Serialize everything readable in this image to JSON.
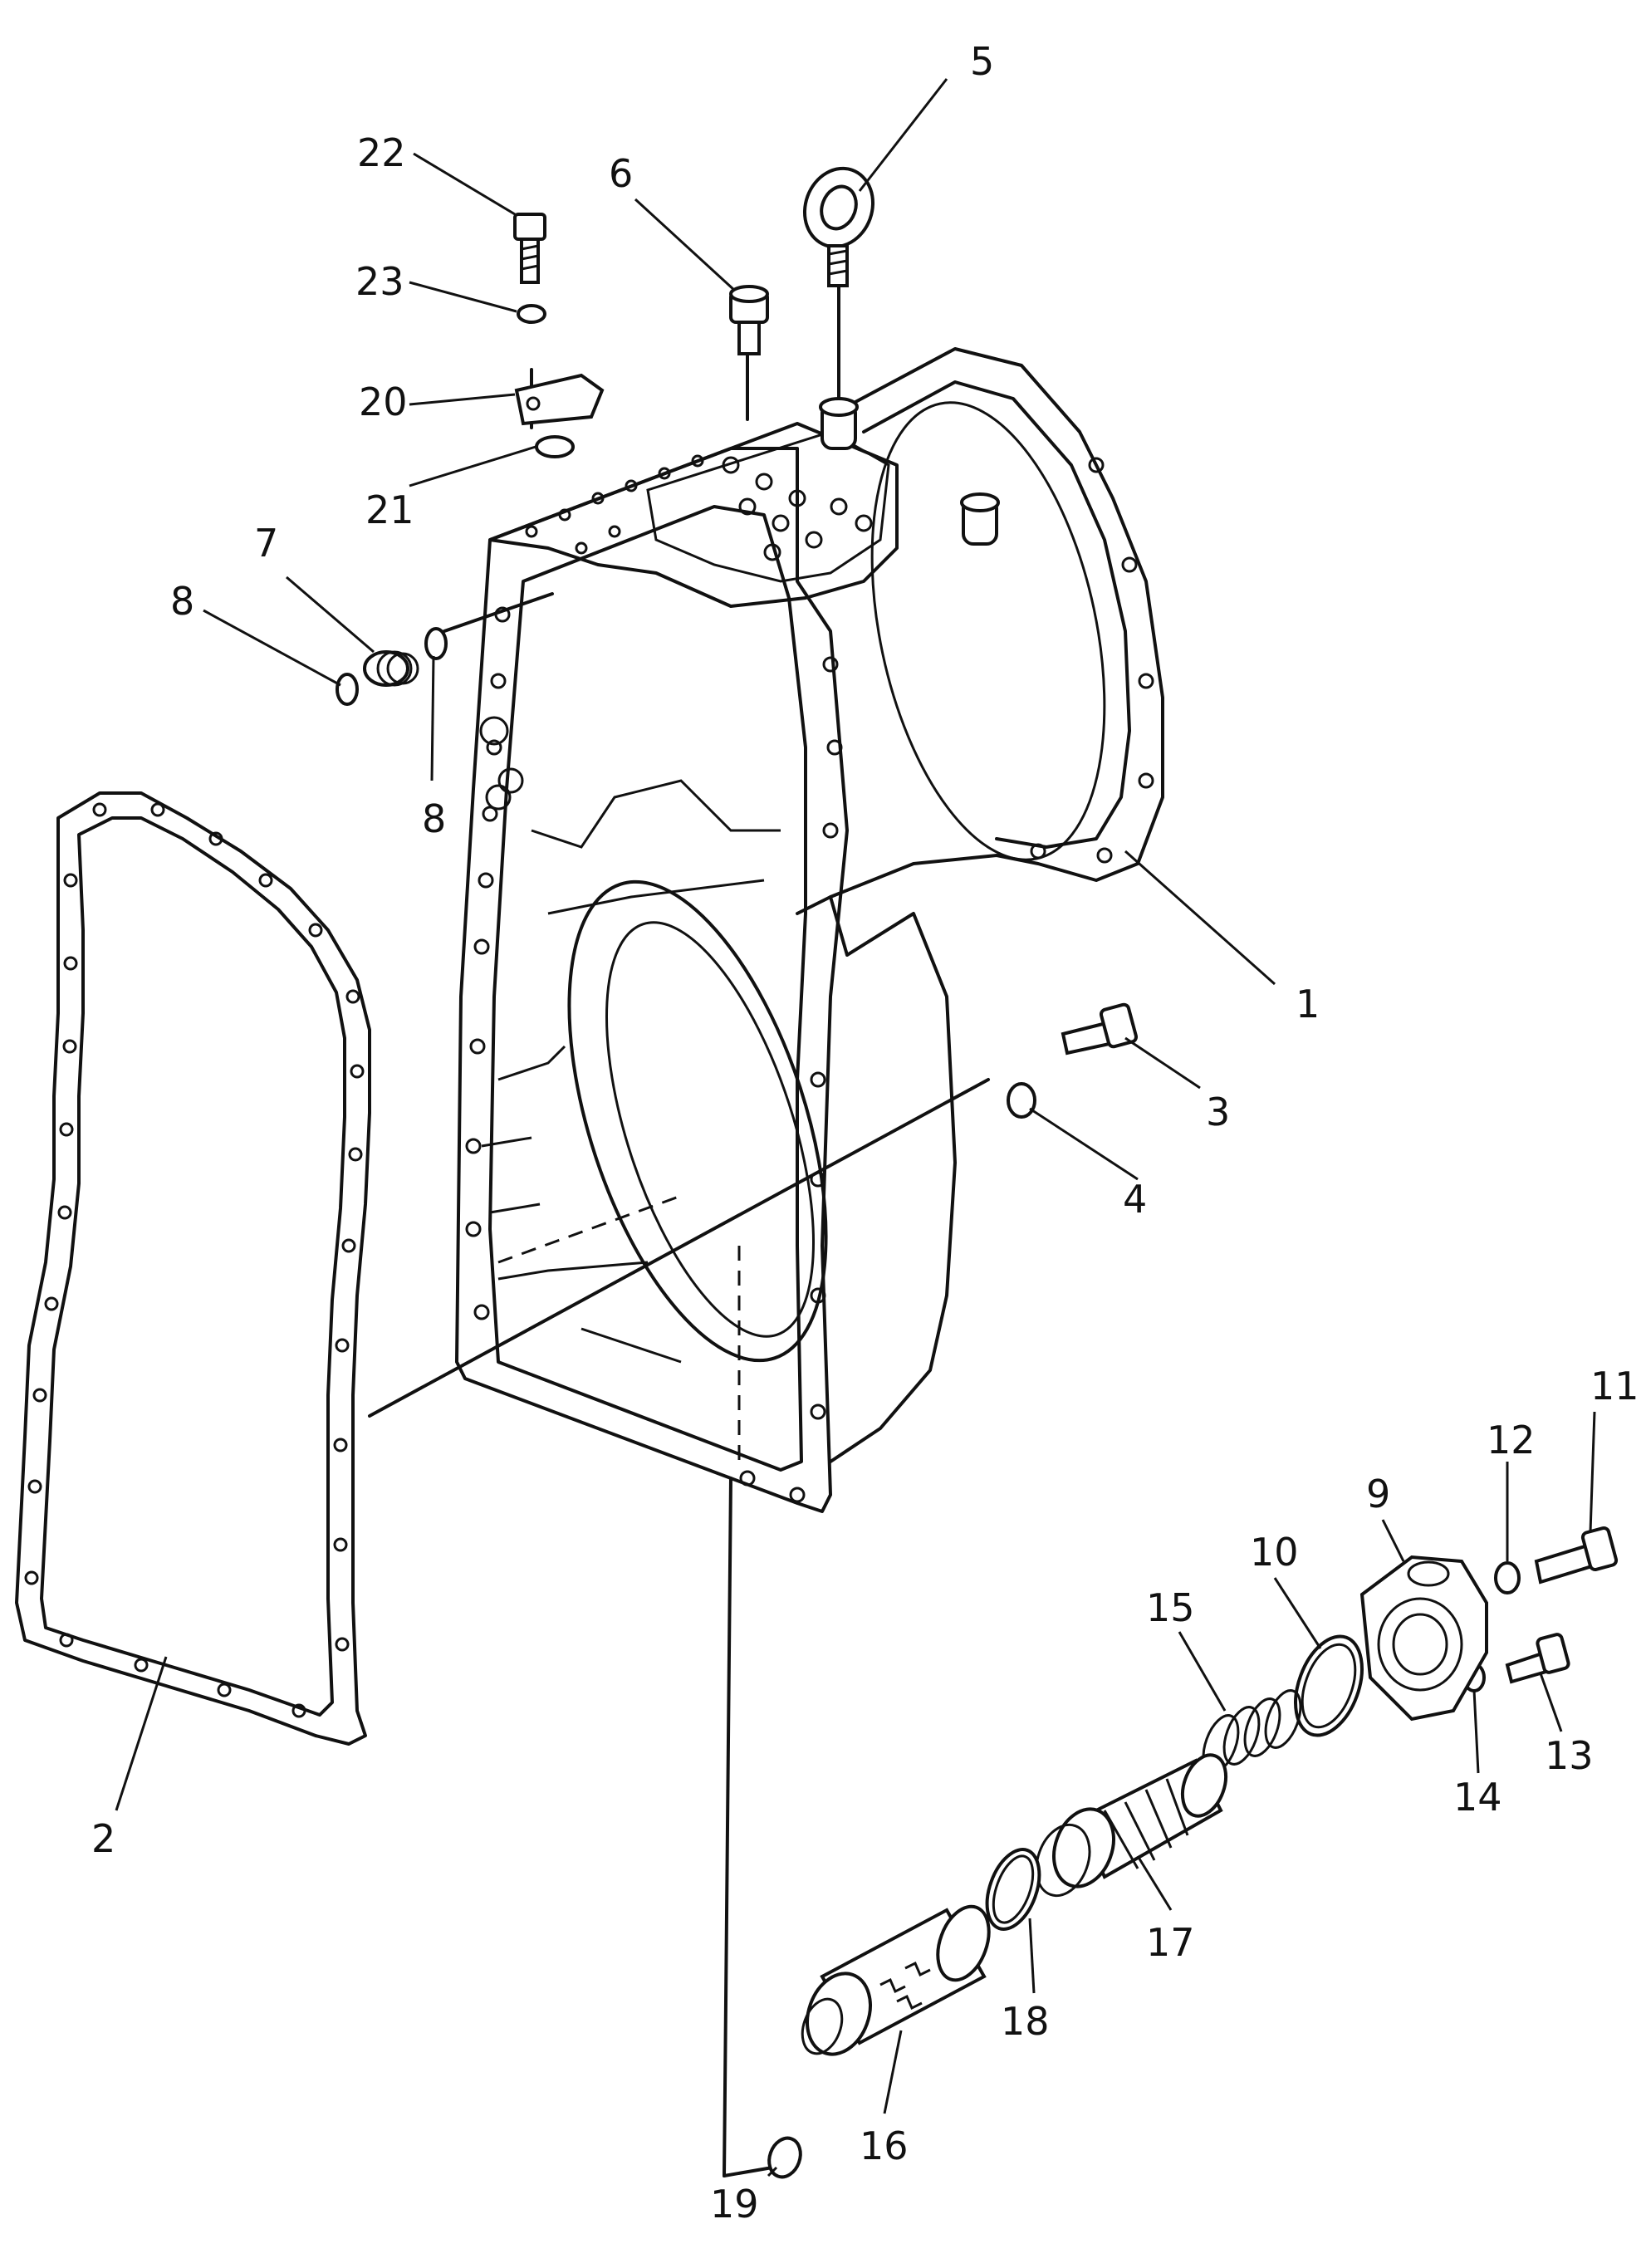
{
  "diagram": {
    "callouts": [
      "1",
      "2",
      "3",
      "4",
      "5",
      "6",
      "7",
      "8",
      "8",
      "9",
      "10",
      "11",
      "12",
      "13",
      "14",
      "15",
      "16",
      "17",
      "18",
      "19",
      "20",
      "21",
      "22",
      "23"
    ]
  }
}
